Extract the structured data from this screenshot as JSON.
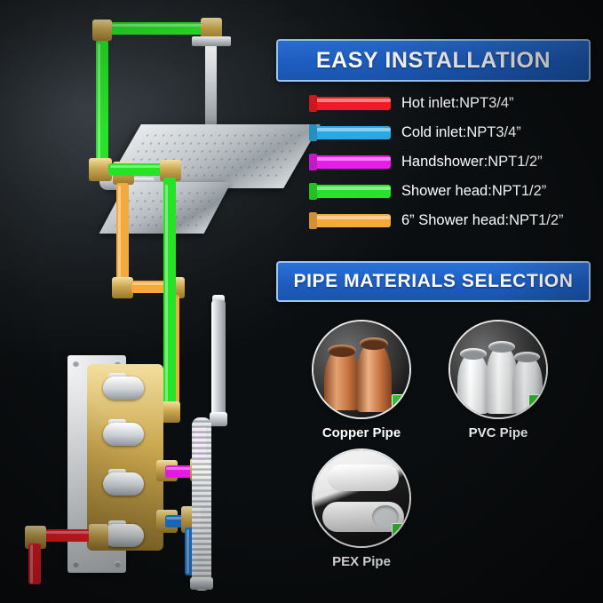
{
  "banners": {
    "installation": "EASY INSTALLATION",
    "materials": "PIPE MATERIALS SELECTION"
  },
  "legend": {
    "items": [
      {
        "label": "Hot inlet:NPT3/4”",
        "color": "#ee1c24",
        "icon": "pipe-swatch-icon"
      },
      {
        "label": "Cold inlet:NPT3/4”",
        "color": "#29a9e1",
        "icon": "pipe-swatch-icon"
      },
      {
        "label": "Handshower:NPT1/2”",
        "color": "#e61ee6",
        "icon": "pipe-swatch-icon"
      },
      {
        "label": "Shower head:NPT1/2”",
        "color": "#27e327",
        "icon": "pipe-swatch-icon"
      },
      {
        "label": "6” Shower head:NPT1/2”",
        "color": "#f5a93c",
        "icon": "pipe-swatch-icon"
      }
    ]
  },
  "materials": {
    "check_icon": "check-mark-icon",
    "check_glyph": "✔",
    "items": [
      {
        "label": "Copper Pipe",
        "swatch": "#c2703c",
        "approved": true
      },
      {
        "label": "PVC Pipe",
        "swatch": "#f2f2f2",
        "approved": true
      },
      {
        "label": "PEX Pipe",
        "swatch": "#e6e6e6",
        "approved": true
      }
    ]
  },
  "product": {
    "alt": "thermostatic shower system diagram with colored pipe routing",
    "parts": {
      "rain_head": "square rain shower head",
      "second_head": "6 inch shower head",
      "handshower": "handheld shower wand",
      "hose": "flexible shower hose",
      "valve_panel": "thermostatic valve panel",
      "handles": [
        "handle-1",
        "handle-2",
        "handle-3",
        "handle-4"
      ]
    }
  },
  "colors": {
    "banner_blue": "#1e5fc4",
    "banner_border": "#9fc4ef",
    "check_green": "#2fbf2f",
    "brass": "#caa74f",
    "chrome": "#c8ccd0"
  }
}
